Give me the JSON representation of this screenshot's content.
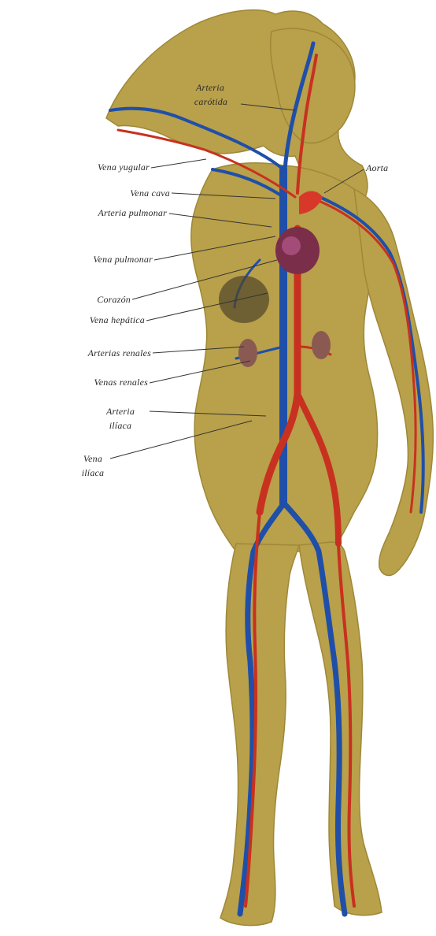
{
  "colors": {
    "skin": "#B9A04A",
    "skin_shadow": "#9E8838",
    "artery": "#C8311F",
    "vein": "#1F4FA8",
    "heart": "#7A2E4A",
    "liver": "#5A4A2A",
    "leader": "#333333"
  },
  "labels": {
    "arteria_carotida_1": "Arteria",
    "arteria_carotida_2": "carótida",
    "aorta": "Aorta",
    "vena_yugular": "Vena yugular",
    "vena_cava": "Vena cava",
    "arteria_pulmonar": "Arteria pulmonar",
    "vena_pulmonar": "Vena pulmonar",
    "corazon": "Corazón",
    "vena_hepatica": "Vena hepática",
    "arterias_renales": "Arterias renales",
    "venas_renales": "Venas renales",
    "arteria_iliaca_1": "Arteria",
    "arteria_iliaca_2": "ilíaca",
    "vena_iliaca_1": "Vena",
    "vena_iliaca_2": "ilíaca"
  }
}
